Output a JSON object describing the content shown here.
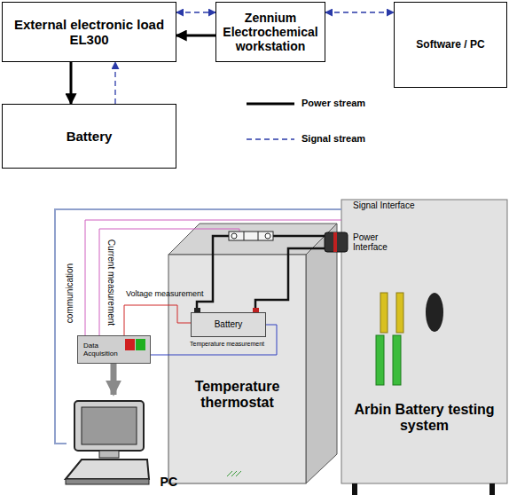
{
  "diagram": {
    "nodes": [
      {
        "text": [
          "External electronic load EL300"
        ]
      },
      {
        "text": [
          "Zennium Electrochemical workstation"
        ]
      },
      {
        "text": [
          "Software / PC"
        ]
      },
      {
        "text": [
          "Battery"
        ]
      },
      {
        "text": [
          "Temperature thermostat"
        ]
      },
      {
        "text": [
          "Battery"
        ],
        "in": 4
      },
      {
        "text": [
          "Arbin Battery testing system"
        ]
      },
      {
        "text": [
          "Data Acquisition"
        ]
      },
      {
        "text": [
          "PC"
        ]
      }
    ],
    "edges": [
      {
        "from": 1,
        "to": 0,
        "arrow": "to"
      },
      {
        "from": 0,
        "to": 1,
        "arrow": "both"
      },
      {
        "from": 1,
        "to": 2,
        "arrow": "both"
      },
      {
        "from": 0,
        "to": 3,
        "arrow": "to"
      },
      {
        "from": 3,
        "to": 0,
        "arrow": "to"
      },
      {
        "from": 6,
        "to": 5,
        "arrow": "none"
      },
      {
        "from": 6,
        "to": 5,
        "arrow": "none"
      },
      {
        "from": 7,
        "to": 5,
        "label": "Voltage measurement",
        "arrow": "none"
      },
      {
        "from": 7,
        "to": 5,
        "label": "Temperature measurement",
        "arrow": "none"
      },
      {
        "from": 7,
        "to": 8,
        "arrow": "to"
      },
      {
        "from": 8,
        "to": 6,
        "label": "communication",
        "arrow": "none"
      },
      {
        "from": 7,
        "to": 6,
        "arrow": "none"
      }
    ],
    "labels": [
      "Signal Interface",
      "Power Interface",
      "Current measurement"
    ],
    "legend": [
      {
        "text": "Power stream"
      },
      {
        "text": "Signal stream"
      }
    ]
  }
}
